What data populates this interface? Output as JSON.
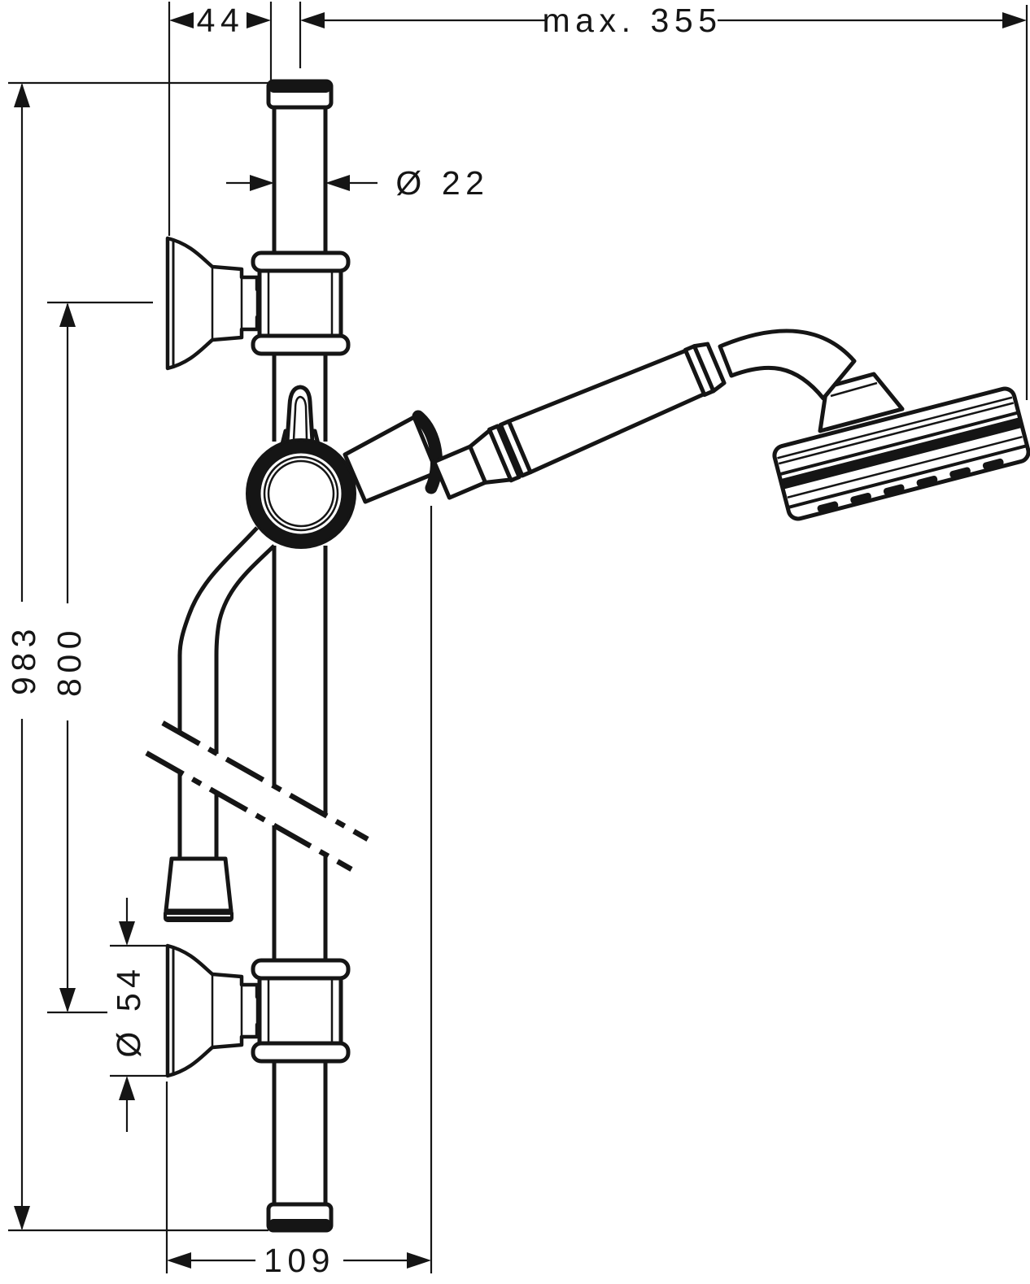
{
  "drawing": {
    "title": "Shower set dimensional drawing",
    "units": "mm",
    "ink_color": "#151515",
    "paper_color": "#ffffff",
    "labels": {
      "bracket_offset": "44",
      "max_reach": "max. 355",
      "bar_diameter": "Ø 22",
      "total_height": "983",
      "rail_length": "800",
      "escutcheon_diameter": "Ø 54",
      "wall_to_handshower": "109"
    }
  }
}
